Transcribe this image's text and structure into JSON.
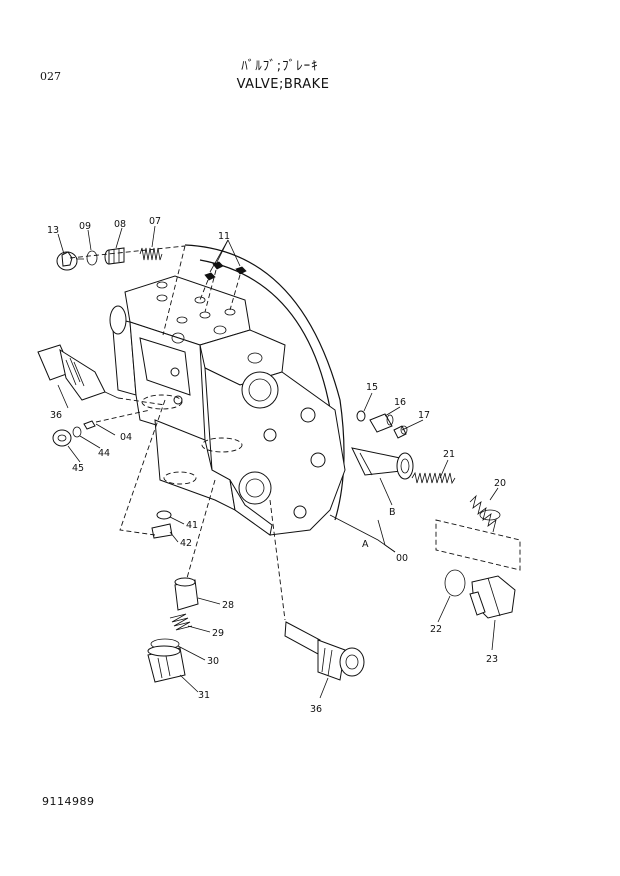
{
  "header": {
    "page_number": "027",
    "title_jp": "ﾊﾞﾙﾌﾞ;ﾌﾞﾚｰｷ",
    "title_en": "VALVE;BRAKE"
  },
  "footer": {
    "drawing_number": "9114989"
  },
  "callouts": {
    "c13": "13",
    "c09": "09",
    "c08": "08",
    "c07": "07",
    "c11": "11",
    "c36a": "36",
    "c04": "04",
    "c44": "44",
    "c45": "45",
    "c15": "15",
    "c16": "16",
    "c17": "17",
    "c21": "21",
    "c20": "20",
    "cB": "B",
    "cA": "A",
    "c00": "00",
    "c41": "41",
    "c42": "42",
    "c28": "28",
    "c29": "29",
    "c30": "30",
    "c31": "31",
    "c36b": "36",
    "c22": "22",
    "c23": "23"
  }
}
